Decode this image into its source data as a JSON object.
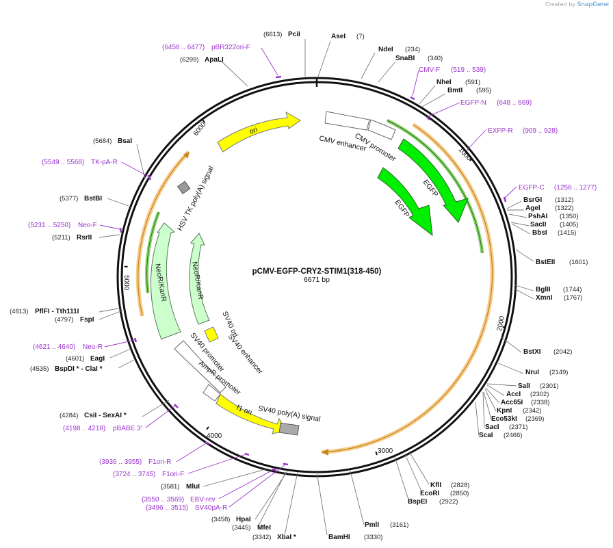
{
  "credit": {
    "prefix": "Created by",
    "brand": "SnapGene"
  },
  "plasmid": {
    "name": "pCMV-EGFP-CRY2-STIM1(318-450)",
    "length_label": "6671 bp",
    "length": 6671
  },
  "ticks": [
    "1000",
    "2000",
    "3000",
    "4000",
    "5000",
    "6000"
  ],
  "colors": {
    "primer": "#9933cc",
    "yellow_feature": "#ffff00",
    "green_feature": "#00ee00",
    "pale_green": "#ccffcc",
    "orange_glow": "#f5c070",
    "backbone": "#111111"
  },
  "features": [
    {
      "label": "CMV enhancer",
      "color": "#ffffff",
      "style": "arrow"
    },
    {
      "label": "CMV promoter",
      "color": "#ffffff",
      "style": "arrow"
    },
    {
      "label": "EGFP",
      "color": "#00ee00",
      "style": "arrow"
    },
    {
      "label": "EGFP",
      "color": "#00ee00",
      "style": "arrow"
    },
    {
      "label": "ori",
      "color": "#ffff00",
      "style": "arrow"
    },
    {
      "label": "HSV TK poly(A) signal",
      "color": "#999999",
      "style": "box"
    },
    {
      "label": "NeoR/KanR",
      "color": "#ccffcc",
      "style": "arrow"
    },
    {
      "label": "NeoR/KanR",
      "color": "#ccffcc",
      "style": "arrow"
    },
    {
      "label": "SV40 ori",
      "color": "#ffff00",
      "style": "box"
    },
    {
      "label": "SV40 enhancer",
      "color": "#ffffff",
      "style": "label"
    },
    {
      "label": "SV40 promoter",
      "color": "#ffffff",
      "style": "arrow"
    },
    {
      "label": "AmpR promoter",
      "color": "#ffffff",
      "style": "arrow"
    },
    {
      "label": "f1 ori",
      "color": "#ffff00",
      "style": "arrow"
    },
    {
      "label": "SV40 poly(A) signal",
      "color": "#999999",
      "style": "box"
    }
  ],
  "enzymes": [
    {
      "pos": "(6613)",
      "name": "PciI"
    },
    {
      "name": "AseI",
      "pos": "(7)"
    },
    {
      "name": "NdeI",
      "pos": "(234)"
    },
    {
      "name": "SnaBI",
      "pos": "(340)"
    },
    {
      "name": "NheI",
      "pos": "(591)"
    },
    {
      "name": "BmtI",
      "pos": "(595)"
    },
    {
      "name": "BsrGI",
      "pos": "(1312)"
    },
    {
      "name": "AgeI",
      "pos": "(1322)"
    },
    {
      "name": "PshAI",
      "pos": "(1350)"
    },
    {
      "name": "SacII",
      "pos": "(1405)"
    },
    {
      "name": "BbsI",
      "pos": "(1415)"
    },
    {
      "name": "BstEII",
      "pos": "(1601)"
    },
    {
      "name": "BglII",
      "pos": "(1744)"
    },
    {
      "name": "XmnI",
      "pos": "(1767)"
    },
    {
      "name": "BstXI",
      "pos": "(2042)"
    },
    {
      "name": "NruI",
      "pos": "(2149)"
    },
    {
      "name": "SalI",
      "pos": "(2301)"
    },
    {
      "name": "AccI",
      "pos": "(2302)"
    },
    {
      "name": "Acc65I",
      "pos": "(2338)"
    },
    {
      "name": "KpnI",
      "pos": "(2342)"
    },
    {
      "name": "Eco53kI",
      "pos": "(2369)"
    },
    {
      "name": "SacI",
      "pos": "(2371)"
    },
    {
      "name": "ScaI",
      "pos": "(2466)"
    },
    {
      "name": "KflI",
      "pos": "(2828)"
    },
    {
      "name": "EcoRI",
      "pos": "(2850)"
    },
    {
      "name": "BspEI",
      "pos": "(2922)"
    },
    {
      "name": "PmlI",
      "pos": "(3161)"
    },
    {
      "name": "BamHI",
      "pos": "(3330)"
    },
    {
      "pos": "(3342)",
      "name": "XbaI *"
    },
    {
      "pos": "(3445)",
      "name": "MfeI"
    },
    {
      "pos": "(3458)",
      "name": "HpaI"
    },
    {
      "pos": "(3581)",
      "name": "MluI"
    },
    {
      "pos": "(4284)",
      "name": "CsiI  - SexAI *"
    },
    {
      "pos": "(4535)",
      "name": "BspDI * - ClaI *"
    },
    {
      "pos": "(4601)",
      "name": "EagI"
    },
    {
      "pos": "(4797)",
      "name": "FspI"
    },
    {
      "pos": "(4813)",
      "name": "PflFI  - Tth111I"
    },
    {
      "pos": "(5211)",
      "name": "RsrII"
    },
    {
      "pos": "(5377)",
      "name": "BstBI"
    },
    {
      "pos": "(5684)",
      "name": "BsaI"
    },
    {
      "pos": "(6299)",
      "name": "ApaLI"
    }
  ],
  "primers": [
    {
      "range": "(6458 .. 6477)",
      "name": "pBR322ori-F"
    },
    {
      "name": "CMV-F",
      "range": "(519 .. 539)"
    },
    {
      "name": "EGFP-N",
      "range": "(648 .. 669)"
    },
    {
      "name": "EXFP-R",
      "range": "(909 .. 928)"
    },
    {
      "name": "EGFP-C",
      "range": "(1256 .. 1277)"
    },
    {
      "range": "(5549 .. 5568)",
      "name": "TK-pA-R"
    },
    {
      "range": "(5231 .. 5250)",
      "name": "Neo-F"
    },
    {
      "range": "(4621 .. 4640)",
      "name": "Neo-R"
    },
    {
      "range": "(4198 .. 4218)",
      "name": "pBABE 3'"
    },
    {
      "range": "(3936 .. 3955)",
      "name": "F1ori-R"
    },
    {
      "range": "(3724 .. 3745)",
      "name": "F1ori-F"
    },
    {
      "range": "(3550 .. 3569)",
      "name": "EBV-rev"
    },
    {
      "range": "(3496 .. 3515)",
      "name": "SV40pA-R"
    }
  ]
}
